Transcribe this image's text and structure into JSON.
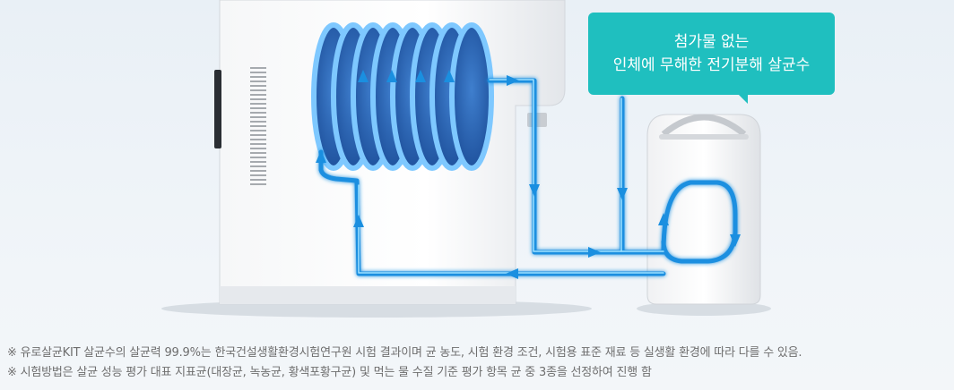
{
  "callout": {
    "line1": "첨가물 없는",
    "line2": "인체에 무해한 전기분해 살균수"
  },
  "notes": [
    "※ 유로살균KIT 살균수의 살균력 99.9%는 한국건설생활환경시험연구원 시험 결과이며 균 농도, 시험 환경 조건, 시험용 표준 재료 등 실생활 환경에 따라 다를 수 있음.",
    "※ 시험방법은 살균 성능 평가 대표 지표균(대장균, 녹농균, 황색포황구균) 및 먹는 물 수질 기준 평가 항목 균 중 3종을 선정하여 진행 함"
  ],
  "colors": {
    "flow": "#1a8fe0",
    "flow_glow": "#5ec8ff",
    "callout": "#1fbfbf"
  }
}
